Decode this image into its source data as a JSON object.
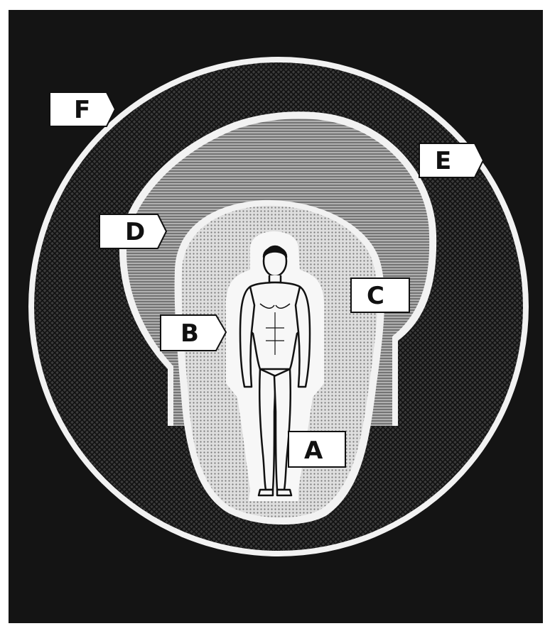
{
  "diagram": {
    "labels": {
      "a": "A",
      "b": "B",
      "c": "C",
      "d": "D",
      "e": "E",
      "f": "F"
    },
    "figure_icon": "standing-human-figure-icon",
    "colors": {
      "background": "#141414",
      "outer_ring": "#2e2e2e",
      "zone_d": "#8c8c8c",
      "zone_b": "#cdcdcd",
      "figure_halo": "#f4f4f4",
      "label_fill": "#ffffff",
      "label_text": "#111111"
    }
  }
}
